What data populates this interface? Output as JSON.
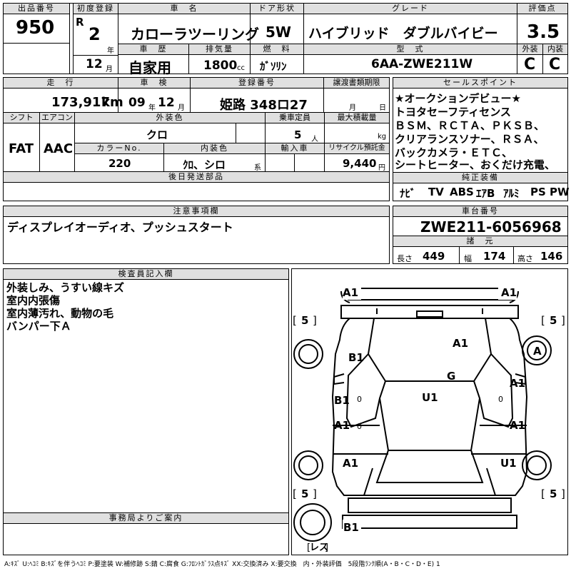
{
  "header": {
    "lot_no_label": "出品番号",
    "lot_no": "950",
    "first_reg_label": "初度登録",
    "era": "R",
    "first_reg_year": "2",
    "year_unit": "年",
    "first_reg_month": "12",
    "month_unit": "月",
    "car_name_label": "車　名",
    "car_name": "カローラツーリング",
    "door_label": "ドア形状",
    "door": "5W",
    "grade_label": "グレード",
    "grade": "ハイブリッド　ダブルバイビー",
    "score_label": "評価点",
    "score": "3.5",
    "history_label": "車　歴",
    "history": "自家用",
    "displacement_label": "排気量",
    "displacement": "1800",
    "displacement_unit": "cc",
    "fuel_label": "燃　料",
    "fuel": "ｶﾞｿﾘﾝ",
    "model_label": "型　式",
    "model": "6AA-ZWE211W",
    "exterior_label": "外装",
    "exterior": "C",
    "interior_label": "内装",
    "interior": "C"
  },
  "row2": {
    "mileage_label": "走　行",
    "mileage": "173,917",
    "mileage_unit": "km",
    "inspection_label": "車　検",
    "inspection_year": "09",
    "inspection_month": "12",
    "year_unit": "年",
    "month_unit": "月",
    "reg_no_label": "登録番号",
    "reg_no": "姫路 348ロ27",
    "deadline_label": "譲渡書類期限",
    "deadline_month": "月",
    "deadline_day": "日",
    "shift_label": "シフト",
    "shift": "FAT",
    "ac_label": "エアコン",
    "ac": "AAC",
    "ext_color_label": "外装色",
    "ext_color": "クロ",
    "capacity_label": "乗車定員",
    "capacity": "5",
    "capacity_unit": "人",
    "max_load_label": "最大積載量",
    "max_load_unit": "kg",
    "color_no_label": "カラーNo.",
    "color_no": "220",
    "int_color_label": "内装色",
    "int_color": "ｸﾛ、シロ",
    "int_color_unit": "系",
    "import_label": "輸入車",
    "recycle_label": "リサイクル預託金",
    "recycle": "9,440",
    "recycle_unit": "円",
    "later_parts_label": "後日発送部品"
  },
  "sales_points": {
    "label": "セールスポイント",
    "lines": [
      "★オークションデビュー★",
      "トヨタセーフティセンス",
      "ＢＳＭ、ＲＣＴＡ、ＰＫＳＢ、",
      "クリアランスソナー、ＲＳＡ、",
      "バックカメラ・ＥＴＣ、",
      "シートヒーター、おくだけ充電、"
    ]
  },
  "equipment": {
    "label": "純正装備",
    "items": [
      "ﾅﾋﾞ",
      "TV",
      "ABS",
      "ｴｱB",
      "ｱﾙﾐ",
      "PS",
      "PW"
    ]
  },
  "notes": {
    "label": "注意事項欄",
    "text": "ディスプレイオーディオ、プッシュスタート"
  },
  "chassis": {
    "label": "車台番号",
    "number": "ZWE211-6056968",
    "dims_label": "諸　元",
    "length_label": "長さ",
    "length": "449",
    "width_label": "幅",
    "width": "174",
    "height_label": "高さ",
    "height": "146"
  },
  "inspector": {
    "label": "検査員記入欄",
    "lines": [
      "外装しみ、うすい線キズ",
      "室内内張傷",
      "室内薄汚れ、動物の毛",
      "バンパー下Ａ"
    ]
  },
  "office": {
    "label": "事務局よりご案内"
  },
  "diagram": {
    "marks": {
      "front_left": "A1",
      "front_right": "A1",
      "tire_fl": "5",
      "tire_fr": "5",
      "tire_rl": "5",
      "tire_rr": "5",
      "hood": "A1",
      "fender_fl": "B1",
      "wheel_fr": "A",
      "roof_g": "G",
      "roof_u": "U1",
      "door_fl": "B1",
      "door_fr": "A1",
      "door_rl": "A1",
      "door_rr": "A1",
      "quarter_rl": "A1",
      "quarter_rr": "U1",
      "rear": "B1",
      "spare": "レス",
      "door_fl_small": "0",
      "door_rl_small": "0",
      "door_fr_small": "0"
    }
  },
  "legend": "A:ｷｽﾞ U:ﾍｺﾐ B:ｷｽﾞを伴うﾍｺﾐ P:要塗装 W:補修跡 S:錆 C:腐食 G:ﾌﾛﾝﾄｶﾞﾗｽ点ｷｽﾞ XX:交換済み X:要交換　内・外装評価　5段階ﾗﾝｸ順(A・B・C・D・E) 1"
}
